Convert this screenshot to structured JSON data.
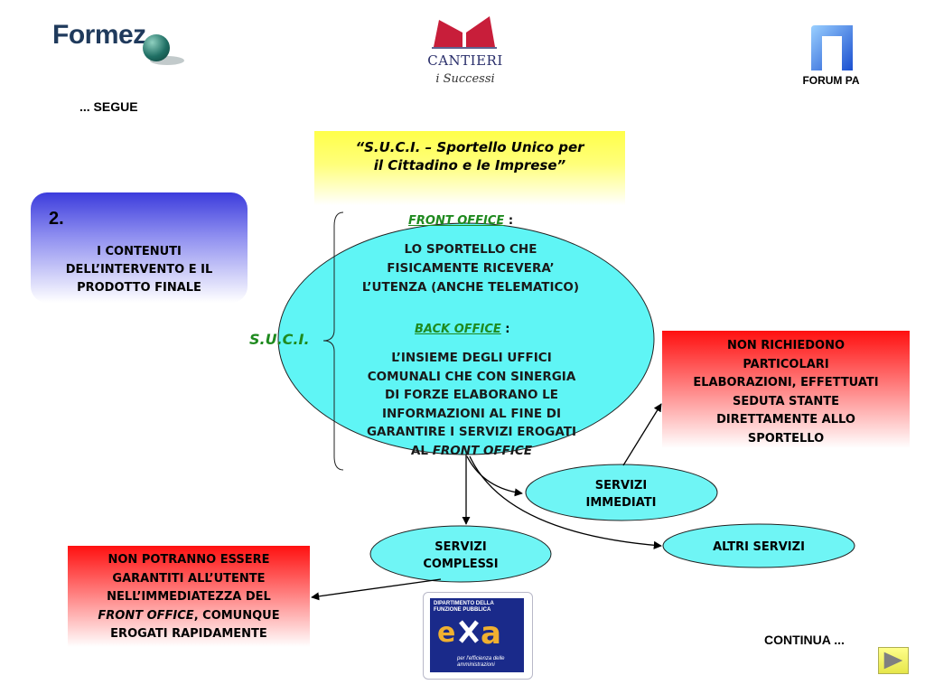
{
  "logos": {
    "formez": "Formez",
    "cantieri_word": "CANTIERI",
    "cantieri_sub": "i Successi",
    "forumpa": "FORUM PA",
    "exa_head": "DIPARTIMENTO DELLA FUNZIONE PUBBLICA",
    "exa_foot": "per l'efficienza delle amministrazioni"
  },
  "nav": {
    "segue": "... SEGUE",
    "continua": "CONTINUA ...",
    "next_icon": "play-arrow-icon"
  },
  "title": {
    "line1": "“S.U.C.I. – Sportello Unico per",
    "line2": "il Cittadino e le Imprese”"
  },
  "section": {
    "number": "2.",
    "text_line1": "I CONTENUTI",
    "text_line2": "DELL’INTERVENTO E IL",
    "text_line3": "PRODOTTO FINALE"
  },
  "suci_label": "S.U.C.I.",
  "front_office": {
    "title": "FRONT OFFICE",
    "colon": " :",
    "line1": "LO SPORTELLO CHE",
    "line2": "FISICAMENTE RICEVERA’",
    "line3": "L’UTENZA (ANCHE TELEMATICO)"
  },
  "back_office": {
    "title": "BACK OFFICE",
    "colon": " :",
    "line1": "L’INSIEME DEGLI UFFICI",
    "line2": "COMUNALI CHE CON SINERGIA",
    "line3": "DI FORZE ELABORANO LE",
    "line4": "INFORMAZIONI AL FINE DI",
    "line5": "GARANTIRE I SERVIZI EROGATI",
    "line6_prefix": "AL ",
    "line6_italic": "FRONT OFFICE"
  },
  "right_box": {
    "line1": "NON RICHIEDONO",
    "line2": "PARTICOLARI",
    "line3": "ELABORAZIONI, EFFETTUATI",
    "line4": "SEDUTA STANTE",
    "line5": "DIRETTAMENTE ALLO",
    "line6": "SPORTELLO"
  },
  "left_box": {
    "line1": "NON POTRANNO ESSERE",
    "line2": "GARANTITI ALL’UTENTE",
    "line3": "NELL’IMMEDIATEZZA DEL",
    "line4_italic": "FRONT OFFICE",
    "line4_rest": ", COMUNQUE",
    "line5": "EROGATI RAPIDAMENTE"
  },
  "servizi_immediati": {
    "line1": "SERVIZI",
    "line2": "IMMEDIATI"
  },
  "servizi_complessi": {
    "line1": "SERVIZI",
    "line2": "COMPLESSI"
  },
  "altri_servizi": "ALTRI SERVIZI",
  "colors": {
    "ellipse_fill": "#5ff5f5",
    "ellipse_small": "#6ff5f5",
    "green_label": "#1f8a1f",
    "red_box": "#ff1010",
    "title_yellow": "#ffff4a",
    "section_blue": "#3c3cdc"
  }
}
